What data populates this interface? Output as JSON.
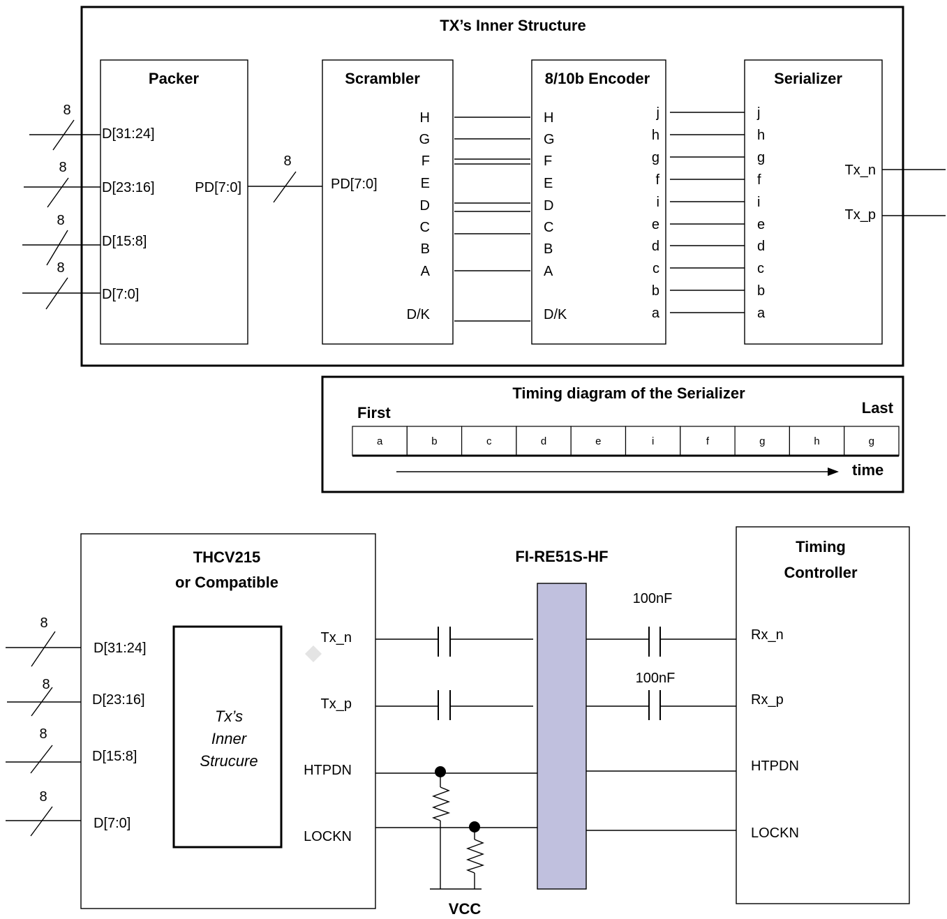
{
  "colors": {
    "connector_fill": "#c0c0de",
    "ink": "#000000"
  },
  "tx_inner": {
    "title": "TX’s Inner Structure",
    "packer": {
      "title": "Packer",
      "inputs": [
        "D[31:24]",
        "D[23:16]",
        "D[15:8]",
        "D[7:0]"
      ],
      "output": "PD[7:0]",
      "bus_width": "8"
    },
    "scrambler": {
      "title": "Scrambler",
      "input": "PD[7:0]",
      "outputs": [
        "H",
        "G",
        "F",
        "E",
        "D",
        "C",
        "B",
        "A",
        "D/K"
      ]
    },
    "encoder": {
      "title": "8/10b Encoder",
      "inputs": [
        "H",
        "G",
        "F",
        "E",
        "D",
        "C",
        "B",
        "A",
        "D/K"
      ],
      "outputs": [
        "j",
        "h",
        "g",
        "f",
        "i",
        "e",
        "d",
        "c",
        "b",
        "a"
      ]
    },
    "serializer": {
      "title": "Serializer",
      "inputs": [
        "j",
        "h",
        "g",
        "f",
        "i",
        "e",
        "d",
        "c",
        "b",
        "a"
      ],
      "outputs": [
        "Tx_n",
        "Tx_p"
      ]
    }
  },
  "timing": {
    "title": "Timing diagram of the Serializer",
    "first_label": "First",
    "last_label": "Last",
    "cells": [
      "a",
      "b",
      "c",
      "d",
      "e",
      "i",
      "f",
      "g",
      "h",
      "g"
    ],
    "axis_label": "time"
  },
  "system": {
    "tx_chip": {
      "title_line1": "THCV215",
      "title_line2": "or Compatible",
      "inputs": [
        "D[31:24]",
        "D[23:16]",
        "D[15:8]",
        "D[7:0]"
      ],
      "bus_width": "8",
      "inner_block": [
        "Tx’s",
        "Inner",
        "Strucure"
      ],
      "outputs": [
        "Tx_n",
        "Tx_p",
        "HTPDN",
        "LOCKN"
      ]
    },
    "connector": {
      "title": "FI-RE51S-HF"
    },
    "capacitors": [
      "100nF",
      "100nF"
    ],
    "supply": "VCC",
    "controller": {
      "title_line1": "Timing",
      "title_line2": "Controller",
      "pins": [
        "Rx_n",
        "Rx_p",
        "HTPDN",
        "LOCKN"
      ]
    }
  }
}
